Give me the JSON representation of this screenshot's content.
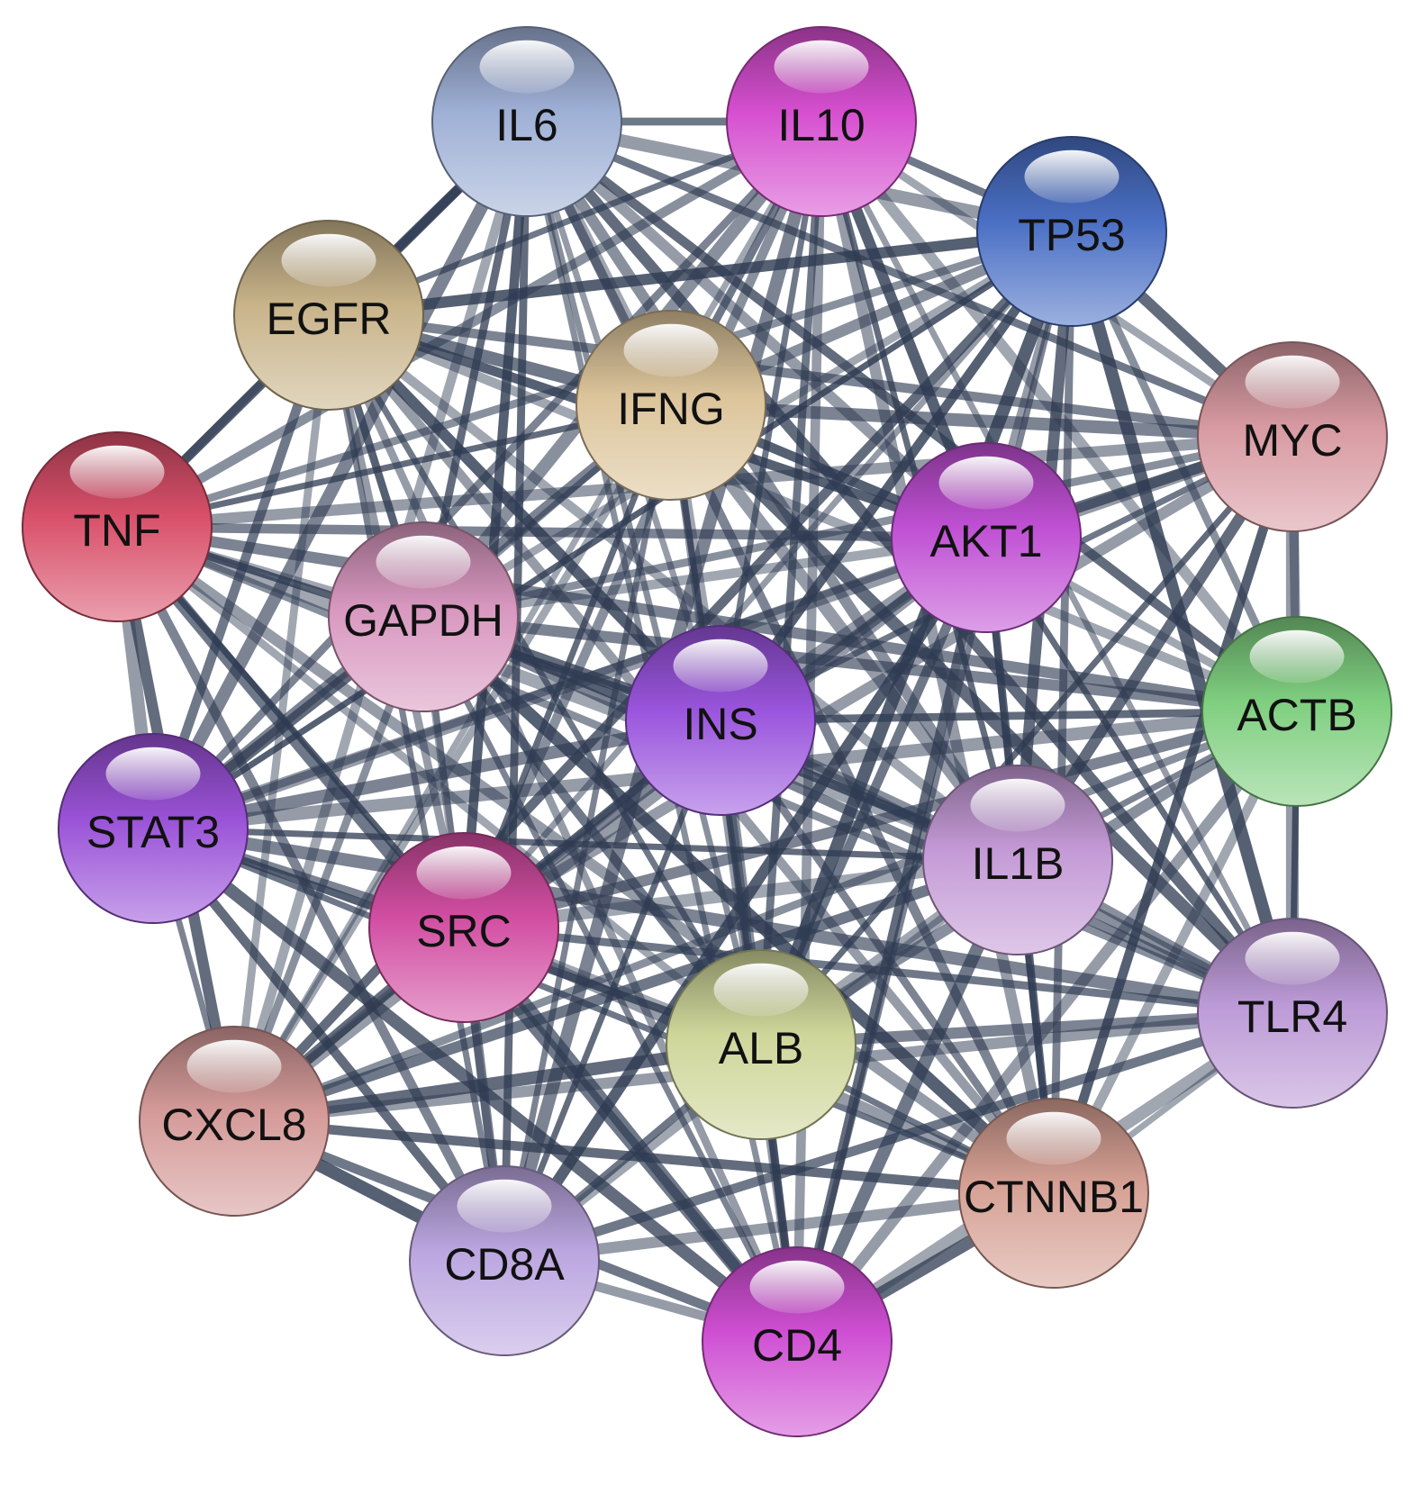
{
  "diagram": {
    "type": "protein-protein interaction network",
    "edge_color": "#2f3b52",
    "nodes": [
      {
        "id": "IL6",
        "label": "IL6",
        "color": "#9fb0d6"
      },
      {
        "id": "IL10",
        "label": "IL10",
        "color": "#d64fd0"
      },
      {
        "id": "TP53",
        "label": "TP53",
        "color": "#4a6fc4"
      },
      {
        "id": "EGFR",
        "label": "EGFR",
        "color": "#c9b48a"
      },
      {
        "id": "IFNG",
        "label": "IFNG",
        "color": "#dcc49a"
      },
      {
        "id": "MYC",
        "label": "MYC",
        "color": "#d89aa2"
      },
      {
        "id": "TNF",
        "label": "TNF",
        "color": "#d9506a"
      },
      {
        "id": "AKT1",
        "label": "AKT1",
        "color": "#c050d4"
      },
      {
        "id": "GAPDH",
        "label": "GAPDH",
        "color": "#d897bf"
      },
      {
        "id": "ACTB",
        "label": "ACTB",
        "color": "#7fcf80"
      },
      {
        "id": "INS",
        "label": "INS",
        "color": "#9a55dd"
      },
      {
        "id": "STAT3",
        "label": "STAT3",
        "color": "#9a52d8"
      },
      {
        "id": "IL1B",
        "label": "IL1B",
        "color": "#c49ad6"
      },
      {
        "id": "SRC",
        "label": "SRC",
        "color": "#d24ea2"
      },
      {
        "id": "TLR4",
        "label": "TLR4",
        "color": "#bb99d6"
      },
      {
        "id": "ALB",
        "label": "ALB",
        "color": "#cfd69a"
      },
      {
        "id": "CXCL8",
        "label": "CXCL8",
        "color": "#d49a98"
      },
      {
        "id": "CTNNB1",
        "label": "CTNNB1",
        "color": "#d6a094"
      },
      {
        "id": "CD8A",
        "label": "CD8A",
        "color": "#bba6e0"
      },
      {
        "id": "CD4",
        "label": "CD4",
        "color": "#cf4fd3"
      }
    ],
    "missing_edges": [
      [
        "TP53",
        "CD8A"
      ],
      [
        "MYC",
        "CD8A"
      ],
      [
        "MYC",
        "CD4"
      ],
      [
        "ACTB",
        "CD8A"
      ],
      [
        "TLR4",
        "EGFR"
      ],
      [
        "CTNNB1",
        "IFNG"
      ],
      [
        "CXCL8",
        "MYC"
      ],
      [
        "ACTB",
        "IFNG"
      ]
    ]
  }
}
